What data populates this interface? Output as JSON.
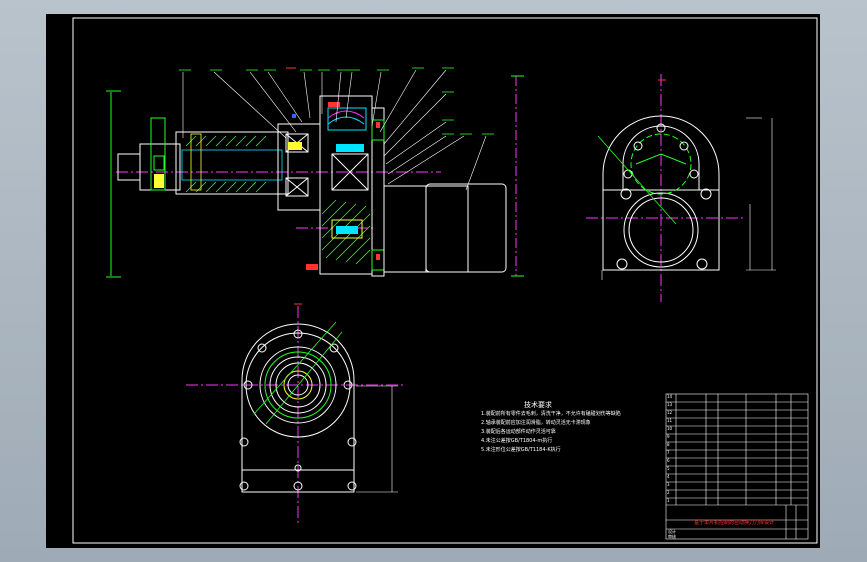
{
  "colors": {
    "background": "#a8b3bd",
    "sheet": "#000000",
    "border": "#ffffff",
    "outline": "#ffffff",
    "green": "#22ff22",
    "yellow": "#ffff33",
    "cyan": "#00e5ff",
    "magenta": "#ff33ff",
    "red": "#ff3333",
    "blue": "#3366ff"
  },
  "notes": {
    "title": "技术要求",
    "lines": [
      "1.装配前所有零件去毛刺，清洗干净，不允许有磕碰划伤等缺陷",
      "2.轴承装配前应加注润滑脂，转动灵活无卡滞现象",
      "3.装配后各运动部件动作灵活可靠",
      "4.未注公差按GB/T1804-m执行",
      "5.未注形位公差按GB/T1184-K执行"
    ]
  },
  "title_block": {
    "title": "基于单片机控制的自动换刀刀库设计",
    "rows": [
      "14",
      "13",
      "12",
      "11",
      "10",
      "9",
      "8",
      "7",
      "6",
      "5",
      "4",
      "3",
      "2",
      "1"
    ],
    "footer_left": [
      "设计",
      "审核"
    ]
  }
}
